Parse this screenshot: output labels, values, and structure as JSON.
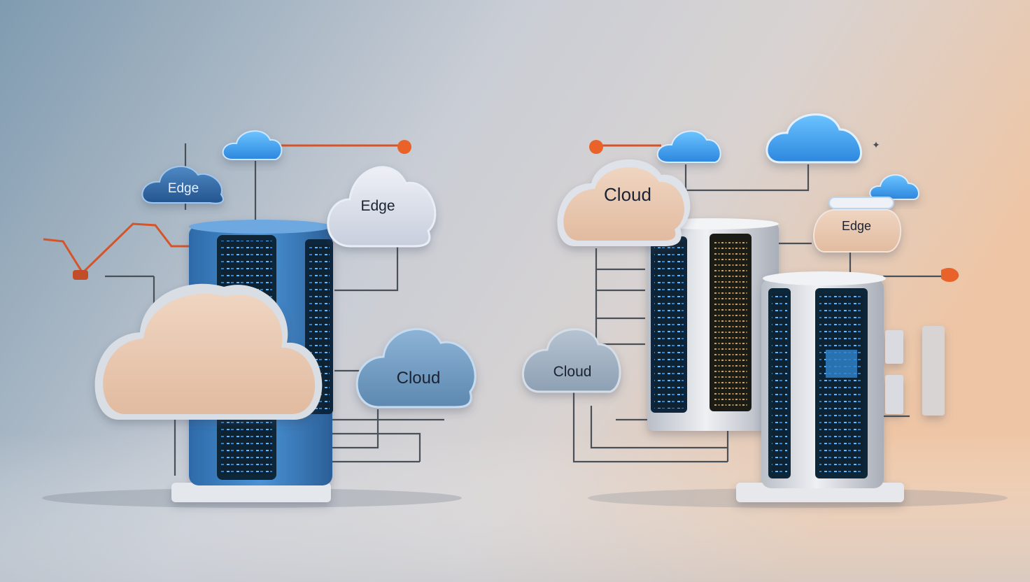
{
  "labels": {
    "edge_left_small": "Edge",
    "edge_left_large": "Edge",
    "cloud_left": "Cloud",
    "cloud_right_large": "Cloud",
    "cloud_right_small": "Cloud",
    "edge_right": "Edge"
  },
  "colors": {
    "background_left": "#7f9bb0",
    "background_mid": "#d4d6dc",
    "background_right": "#eec6a6",
    "peach_cloud": "#e9c8ae",
    "blue_cloud": "#3d9be9",
    "steel_cloud": "#6f98bd",
    "server_blue": "#3f82c6",
    "server_silver": "#d9dce2",
    "connector_orange": "#e8622a",
    "wire_gray": "#4a5058"
  }
}
